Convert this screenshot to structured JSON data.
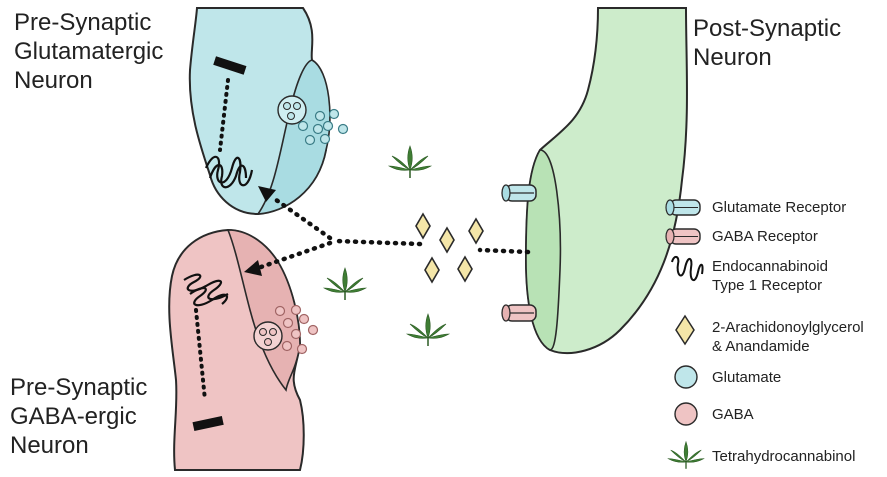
{
  "labels": {
    "pre_glutamatergic": "Pre-Synaptic\nGlutamatergic\nNeuron",
    "post_synaptic": "Post-Synaptic\nNeuron",
    "pre_gabaergic": "Pre-Synaptic\nGABA-ergic\nNeuron"
  },
  "legend": {
    "items": [
      {
        "icon": "glutamate-receptor-icon",
        "label": "Glutamate Receptor"
      },
      {
        "icon": "gaba-receptor-icon",
        "label": "GABA Receptor"
      },
      {
        "icon": "cb1-receptor-icon",
        "label": "Endocannabinoid\nType 1 Receptor"
      },
      {
        "icon": "endocannabinoid-diamond-icon",
        "label": "2-Arachidonoylglycerol\n& Anandamide"
      },
      {
        "icon": "glutamate-dot-icon",
        "label": "Glutamate"
      },
      {
        "icon": "gaba-dot-icon",
        "label": "GABA"
      },
      {
        "icon": "thc-leaf-icon",
        "label": "Tetrahydrocannabinol"
      }
    ]
  },
  "colors": {
    "glutamate_neuron": "#bfe6ea",
    "glutamate_neuron_dark": "#8fcbd3",
    "gaba_neuron": "#efc4c4",
    "gaba_neuron_dark": "#d69c9c",
    "post_neuron": "#cdeccb",
    "post_neuron_dark": "#9fcf9c",
    "diamond": "#f4e6a8",
    "leaf": "#3f7d34",
    "outline": "#2a2a2a"
  }
}
